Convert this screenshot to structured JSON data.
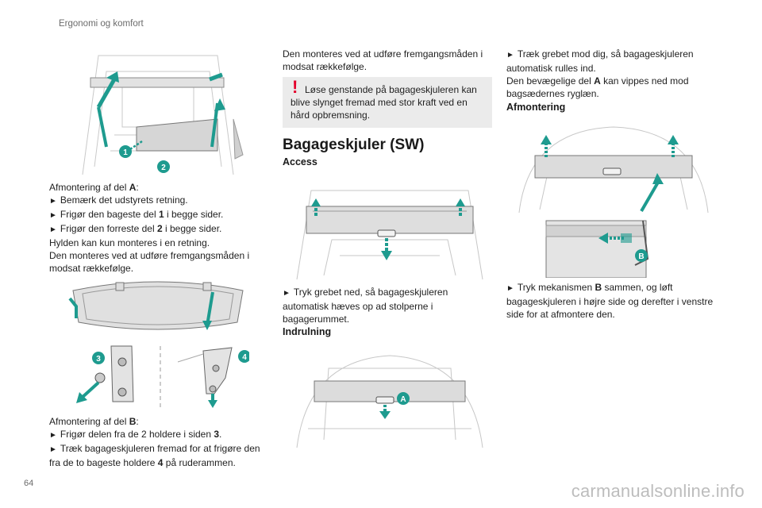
{
  "header": {
    "title": "Ergonomi og komfort"
  },
  "page": {
    "number": "64"
  },
  "watermark": "carmanualsonline.info",
  "col1": {
    "para1": {
      "intro": "Afmontering af del ",
      "intro_bold": "A",
      "intro_end": ":",
      "step1": "Bemærk det udstyrets retning.",
      "step2_a": "Frigør den bageste del ",
      "step2_b": "1",
      "step2_c": " i begge sider.",
      "step3_a": "Frigør den forreste del ",
      "step3_b": "2",
      "step3_c": " i begge sider.",
      "line4": "Hylden kan kun monteres i en retning.",
      "line5": "Den monteres ved at udføre fremgangsmåden i modsat rækkefølge."
    },
    "para2": {
      "intro": "Afmontering af del ",
      "intro_bold": "B",
      "intro_end": ":",
      "step1_a": "Frigør delen fra de 2 holdere i siden ",
      "step1_b": "3",
      "step1_c": ".",
      "step2_a": "Træk bagageskjuleren fremad for at frigøre den fra de to bageste holdere ",
      "step2_b": "4",
      "step2_c": " på ruderammen."
    },
    "callouts": [
      "1",
      "2",
      "3",
      "4"
    ]
  },
  "col2": {
    "intro": "Den monteres ved at udføre fremgangsmåden i modsat rækkefølge.",
    "warning": "Løse genstande på bagageskjuleren kan blive slynget fremad med stor kraft ved en hård opbremsning.",
    "section_title": "Bagageskjuler (SW)",
    "access_title": "Access",
    "access_text": "Tryk grebet ned, så bagageskjuleren automatisk hæves op ad stolperne i bagagerummet.",
    "roll_title": "Indrulning",
    "callout_a": "A"
  },
  "col3": {
    "text1": "Træk grebet mod dig, så bagageskjuleren automatisk rulles ind.",
    "text2_a": "Den bevægelige del ",
    "text2_b": "A",
    "text2_c": " kan vippes ned mod bagsædernes ryglæn.",
    "remove_title": "Afmontering",
    "text3_a": "Tryk mekanismen ",
    "text3_b": "B",
    "text3_c": " sammen, og løft bagageskjuleren i højre side og derefter i venstre side for at afmontere den.",
    "callout_b": "B"
  },
  "colors": {
    "accent": "#1e9b8f",
    "warning": "#e4002b",
    "box": "#ebebeb"
  }
}
